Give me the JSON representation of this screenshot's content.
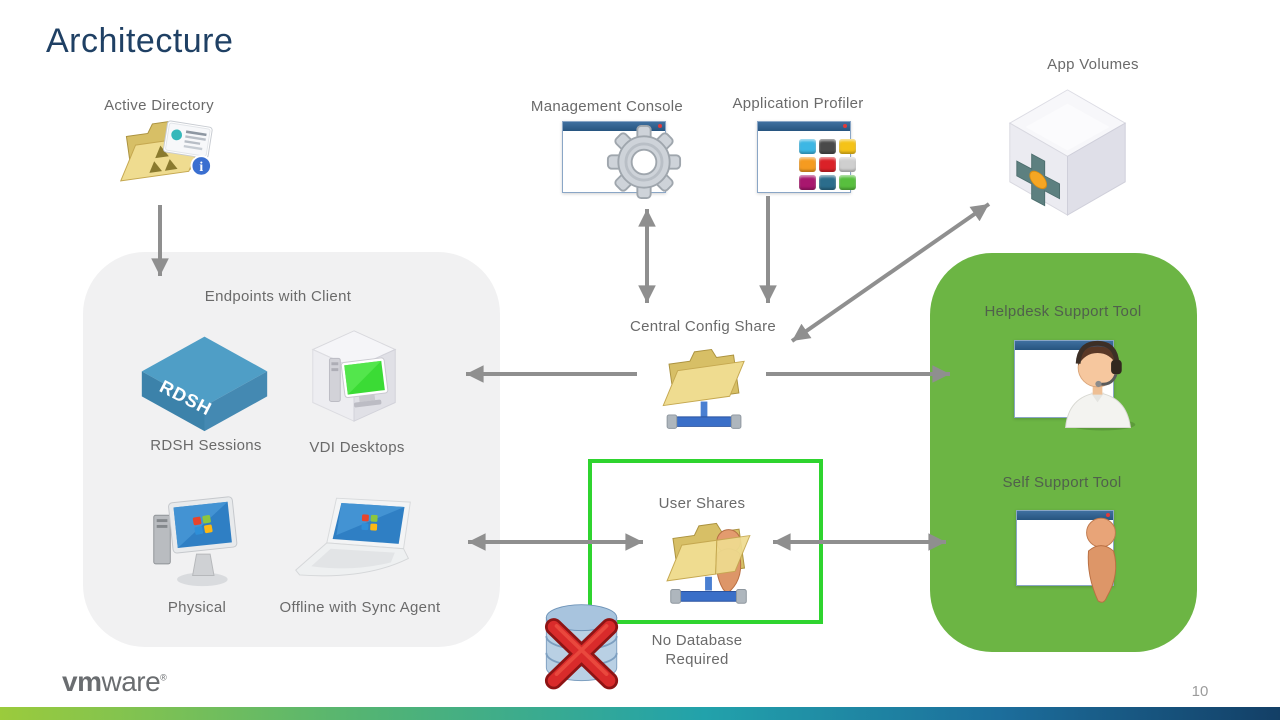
{
  "slide": {
    "title": "Architecture",
    "page_number": "10",
    "logo": {
      "vm": "vm",
      "ware": "ware",
      "reg": "®"
    }
  },
  "nodes": {
    "active_directory": {
      "label": "Active Directory"
    },
    "management_console": {
      "label": "Management Console"
    },
    "application_profiler": {
      "label": "Application Profiler"
    },
    "app_volumes": {
      "label": "App Volumes"
    },
    "central_config_share": {
      "label": "Central Config Share"
    },
    "user_shares": {
      "label": "User Shares"
    },
    "no_database": {
      "line1": "No Database",
      "line2": "Required"
    },
    "endpoints_panel": {
      "label": "Endpoints with Client",
      "rdsh": {
        "label": "RDSH Sessions",
        "box_text": "RDSH"
      },
      "vdi": {
        "label": "VDI Desktops"
      },
      "physical": {
        "label": "Physical"
      },
      "offline": {
        "label": "Offline with Sync Agent"
      }
    },
    "support_panel": {
      "helpdesk": {
        "label": "Helpdesk Support Tool"
      },
      "self_support": {
        "label": "Self Support Tool"
      }
    }
  },
  "colors": {
    "title_text": "#1f4064",
    "label_text": "#6a6a6a",
    "panel_gray": "#f1f1f2",
    "panel_green": "#6cb544",
    "highlight_green_border": "#2fd42f",
    "arrow_gray": "#8f8f8f",
    "footer_gradient_left": "#9bcb3c",
    "footer_gradient_mid": "#22a2ab",
    "footer_gradient_right": "#133f66",
    "rdsh_box_blue": "#4489b2",
    "folder_yellow": "#efdc90"
  }
}
